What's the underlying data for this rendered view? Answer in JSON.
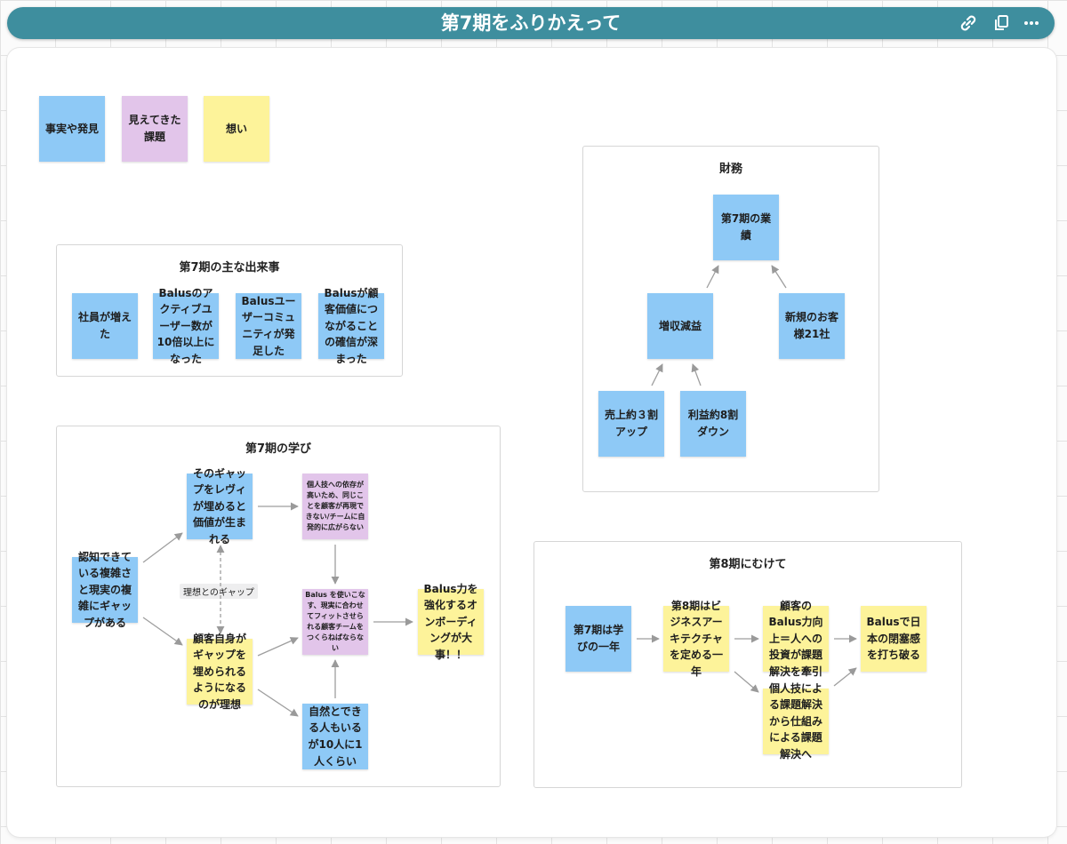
{
  "board_title": "第7期をふりかえって",
  "toolbar_icons": [
    "link-icon",
    "copy-icon",
    "more-icon"
  ],
  "legend": {
    "fact": "事実や発見",
    "issue": "見えてきた課題",
    "thought": "想い"
  },
  "events": {
    "title": "第7期の主な出来事",
    "items": [
      "社員が増えた",
      "Balusのアクティブユーザー数が10倍以上になった",
      "Balusユーザーコミュニティが発足した",
      "Balusが顧客価値につながることの確信が深まった"
    ]
  },
  "finance": {
    "title": "財務",
    "result": "第7期の業績",
    "revenue_profit": "増収減益",
    "new_customers": "新規のお客様21社",
    "sales": "売上約３割アップ",
    "profit": "利益約8割ダウン"
  },
  "learning": {
    "title": "第7期の学び",
    "gap": "認知できている複雑さと現実の複雑にギャップがある",
    "leyvi": "そのギャップをレヴィが埋めると価値が生まれる",
    "ideal": "顧客自身がギャップを埋められるようになるのが理想",
    "ideal_label": "理想とのギャップ",
    "dependency": "個人技への依存が高いため、同じことを顧客が再現できない/チームに自発的に広がらない",
    "team": "Balus を使いこなす、現実に合わせてフィットさせられる顧客チームをつくらねばならない",
    "natural": "自然とできる人もいるが10人に1人くらい",
    "onboarding": "Balus力を強化するオンボーディングが大事！！"
  },
  "next": {
    "title": "第8期にむけて",
    "year": "第7期は学びの一年",
    "arch": "第8期はビジネスアーキテクチャを定める一年",
    "invest": "顧客のBalus力向上＝人への投資が課題解決を牽引",
    "system": "個人技による課題解決から仕組みによる課題解決へ",
    "break": "Balusで日本の閉塞感を打ち破る"
  },
  "colors": {
    "header": "#3e8e9e",
    "fact": "#8ec9f6",
    "issue": "#e2c5ea",
    "thought": "#fdf39a"
  }
}
